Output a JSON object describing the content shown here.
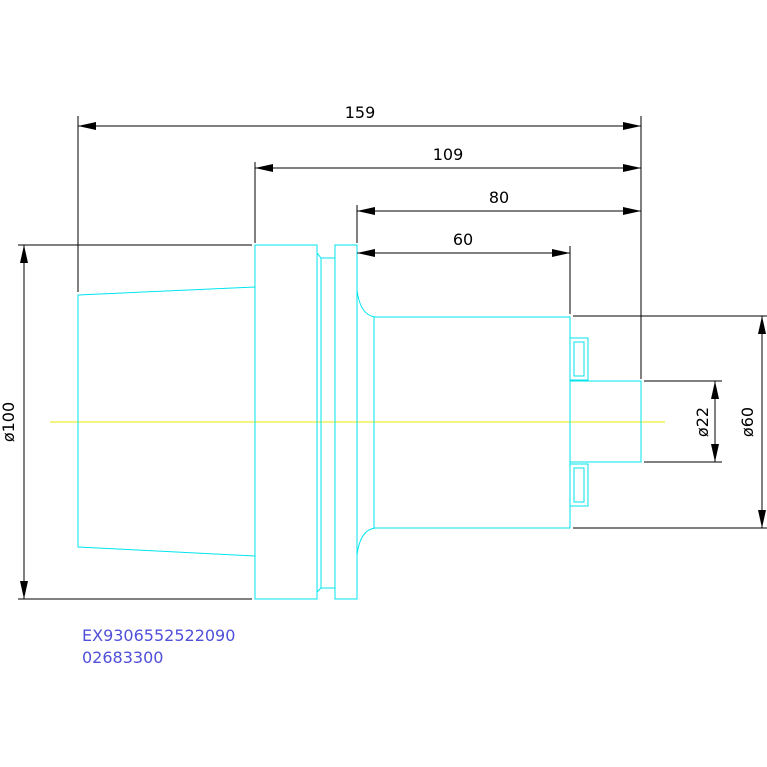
{
  "drawing": {
    "colors": {
      "background": "#ffffff",
      "outline": "#00e5ee",
      "dimension": "#000000",
      "centerline": "#e8e800",
      "code": "#4f4fd9"
    },
    "dimensions": {
      "len_159": "159",
      "len_109": "109",
      "len_80": "80",
      "len_60": "60",
      "dia_100": "ø100",
      "dia_22": "ø22",
      "dia_60": "ø60"
    },
    "part_codes": {
      "line1": "EX9306552522090",
      "line2": "02683300"
    }
  }
}
